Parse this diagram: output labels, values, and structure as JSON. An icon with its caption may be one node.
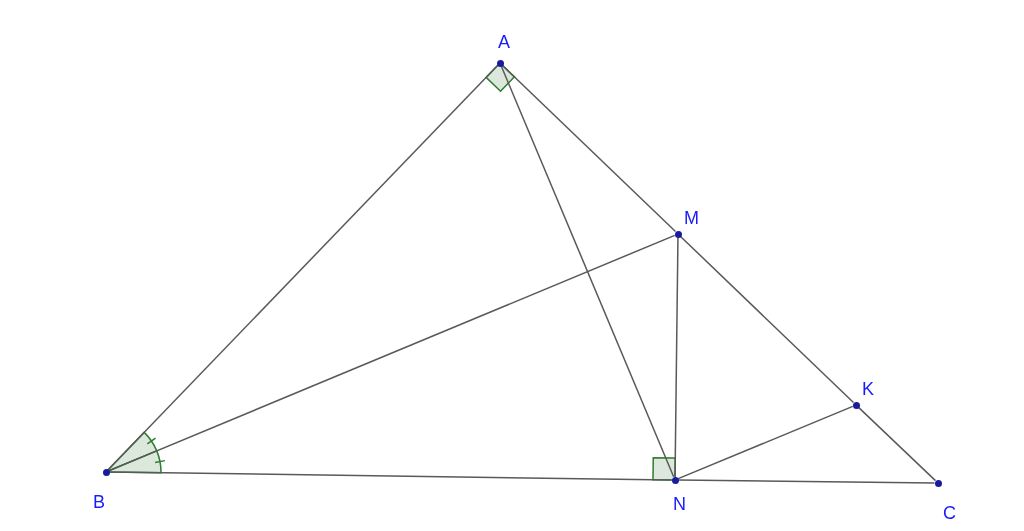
{
  "diagram": {
    "nodes": [
      {
        "text": [],
        "shape": "circle",
        "beside": [
          "A"
        ]
      },
      {
        "text": [],
        "shape": "circle",
        "beside": [
          "M"
        ]
      },
      {
        "text": [],
        "shape": "circle",
        "beside": [
          "K"
        ]
      },
      {
        "text": [],
        "shape": "circle",
        "beside": [
          "B"
        ]
      },
      {
        "text": [],
        "shape": "circle",
        "beside": [
          "N"
        ]
      },
      {
        "text": [],
        "shape": "circle",
        "beside": [
          "C"
        ]
      }
    ],
    "edges": [
      {
        "from": 0,
        "to": 3,
        "arrow": "none"
      },
      {
        "from": 0,
        "to": 1,
        "arrow": "none"
      },
      {
        "from": 1,
        "to": 2,
        "arrow": "none"
      },
      {
        "from": 2,
        "to": 5,
        "arrow": "none"
      },
      {
        "from": 3,
        "to": 4,
        "arrow": "none"
      },
      {
        "from": 4,
        "to": 5,
        "arrow": "none"
      },
      {
        "from": 3,
        "to": 1,
        "arrow": "none"
      },
      {
        "from": 0,
        "to": 4,
        "arrow": "none"
      },
      {
        "from": 1,
        "to": 4,
        "arrow": "none"
      },
      {
        "from": 4,
        "to": 2,
        "arrow": "none"
      }
    ]
  }
}
